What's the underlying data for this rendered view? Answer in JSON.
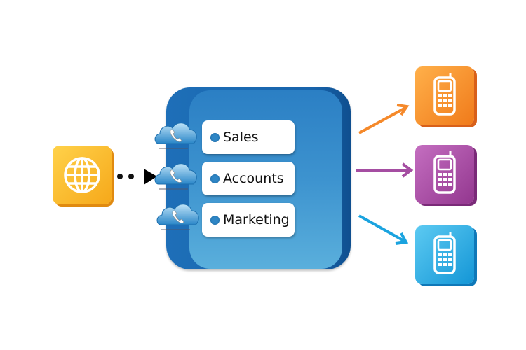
{
  "departments": [
    {
      "label": "Sales"
    },
    {
      "label": "Accounts"
    },
    {
      "label": "Marketing"
    }
  ],
  "colors": {
    "box": "#1e6fb8",
    "globe": "#f6b21f",
    "phone_1": "#f5892a",
    "phone_2": "#9d3f9a",
    "phone_3": "#1aa3df"
  },
  "icons": {
    "source": "globe-icon",
    "lines": "cloud-phone-icon",
    "targets": "mobile-phone-icon"
  }
}
